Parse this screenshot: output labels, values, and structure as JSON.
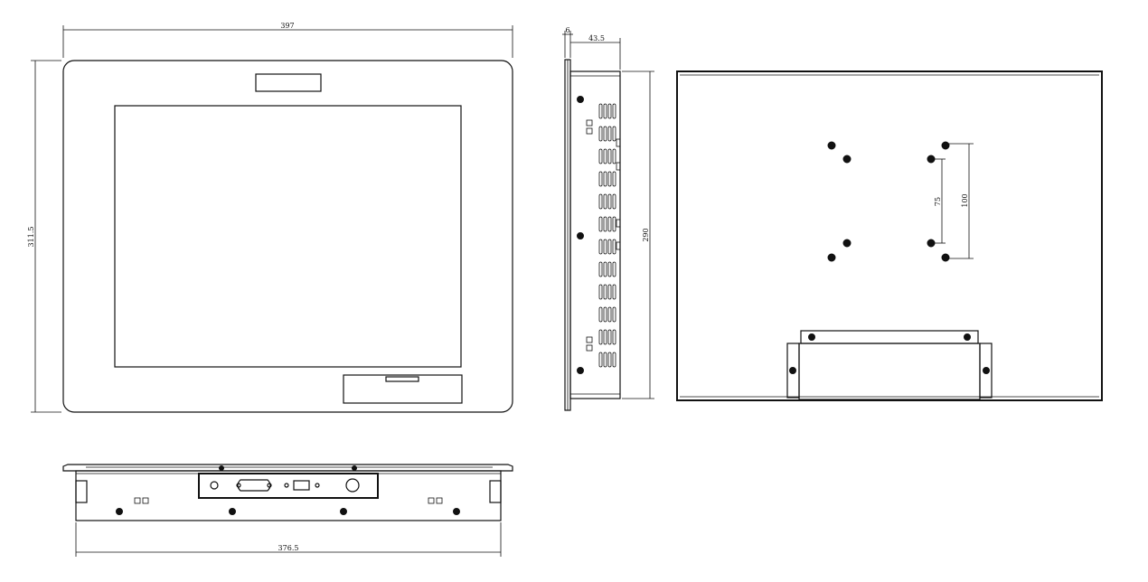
{
  "dimensions": {
    "front_width": "397",
    "front_height": "311.5",
    "side_flange": "6",
    "side_depth": "43.5",
    "side_height": "290",
    "vesa_75": "75",
    "vesa_100": "100",
    "bottom_width": "376.5"
  }
}
